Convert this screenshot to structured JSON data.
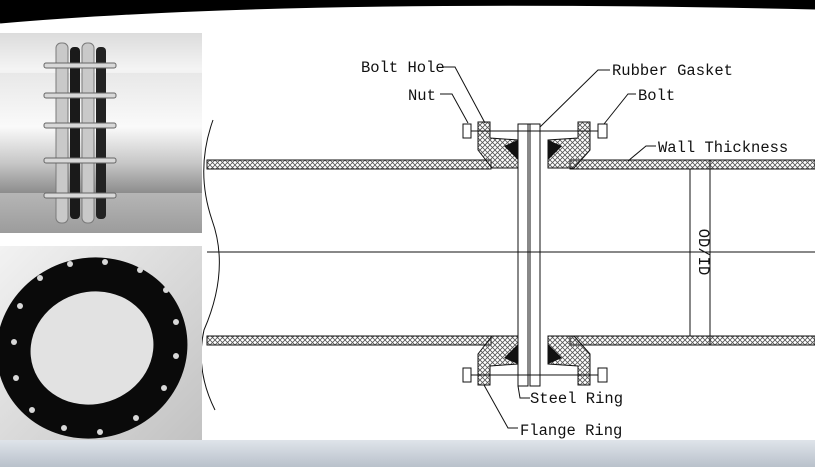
{
  "labels": {
    "bolt_hole": "Bolt Hole",
    "nut": "Nut",
    "rubber_gasket": "Rubber Gasket",
    "bolt": "Bolt",
    "wall_thickness": "Wall Thickness",
    "steel_ring": "Steel Ring",
    "flange_ring": "Flange Ring",
    "diameter": "OD/ID"
  },
  "colors": {
    "line": "#111111",
    "hatch": "#555555",
    "gasket": "#111111",
    "pipe_highlight": "#f4f4f4",
    "band": "#c5ccd5"
  },
  "images": {
    "coupling_photo": "pipe-coupling-render",
    "gasket_photo": "rubber-gasket-render"
  }
}
